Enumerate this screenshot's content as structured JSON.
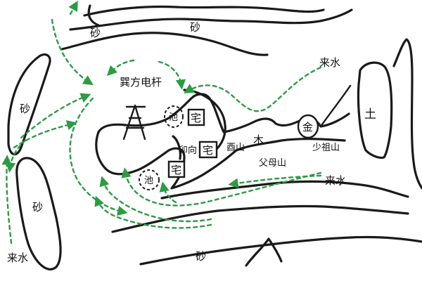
{
  "labels": {
    "sha_top_left": "砂",
    "sha_top": "砂",
    "sha_left": "砂",
    "sha_left_lower": "砂",
    "sha_bottom": "砂",
    "lai_shui_top_right": "来水",
    "lai_shui_right": "来水",
    "lai_shui_bottom_left": "来水",
    "xun_fang": "巽方电杆",
    "chi_upper": "池",
    "chi_lower": "池",
    "zhai_upper": "宅",
    "zhai_middle": "宅",
    "zhai_lower": "宅",
    "ji_xiang": "卯向",
    "you_shan": "酉山",
    "mu": "木",
    "jin": "金",
    "tu": "土",
    "shao_zu_shan": "少祖山",
    "fu_mu_shan": "父母山"
  },
  "colors": {
    "ink": "#1a1a1a",
    "flow_arrows": "#2e9a44",
    "background": "#ffffff"
  }
}
